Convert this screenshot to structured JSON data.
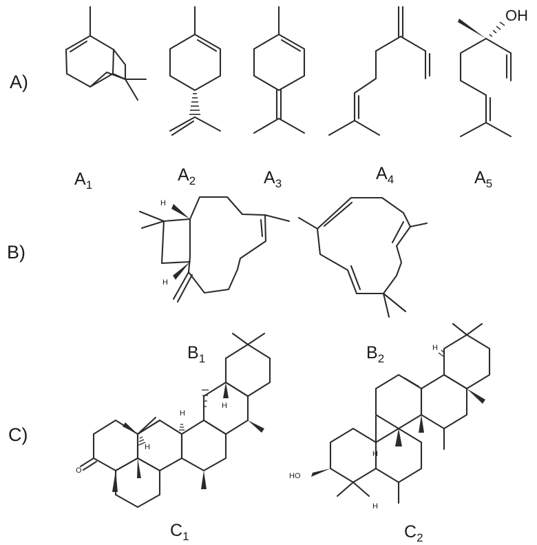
{
  "row_labels": {
    "a": "A)",
    "b": "B)",
    "c": "C)"
  },
  "captions": {
    "A1": {
      "main": "A",
      "sub": "1"
    },
    "A2": {
      "main": "A",
      "sub": "2"
    },
    "A3": {
      "main": "A",
      "sub": "3"
    },
    "A4": {
      "main": "A",
      "sub": "4"
    },
    "A5": {
      "main": "A",
      "sub": "5"
    },
    "B1": {
      "main": "B",
      "sub": "1"
    },
    "B2": {
      "main": "B",
      "sub": "2"
    },
    "C1": {
      "main": "C",
      "sub": "1"
    },
    "C2": {
      "main": "C",
      "sub": "2"
    }
  },
  "atom_labels": {
    "hydroxyl": "OH",
    "oh_c2": "HO",
    "hydrogen": "H",
    "oxygen": "O"
  }
}
